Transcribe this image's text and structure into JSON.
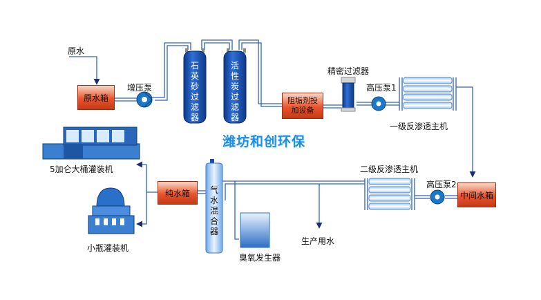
{
  "labels": {
    "raw_water": "原水",
    "raw_water_tank": "原水箱",
    "booster_pump": "增压泵",
    "quartz_filter": "石英砂过滤器",
    "carbon_filter": "活性炭过滤器",
    "antiscalant": "阻垢剂投加设备",
    "precision_filter": "精密过滤器",
    "hp_pump_1": "高压泵1",
    "ro_stage_1": "一级反渗透主机",
    "brand": "潍坊和创环保",
    "ro_stage_2": "二级反渗透主机",
    "hp_pump_2": "高压泵2",
    "intermediate_tank": "中间水箱",
    "barrel_filler": "5加仑大桶灌装机",
    "pure_water_tank": "纯水箱",
    "gas_water_mixer": "气水混合器",
    "production_water": "生产用水",
    "bottle_filler": "小瓶灌装机",
    "ozone_generator": "臭氧发生器"
  },
  "colors": {
    "pipe": "#2f5fc0",
    "tank_fill": "#e8552d",
    "filter_blue": "#1b4fae",
    "pump_blue": "#1a78c9",
    "brand": "#1d8fe6"
  }
}
